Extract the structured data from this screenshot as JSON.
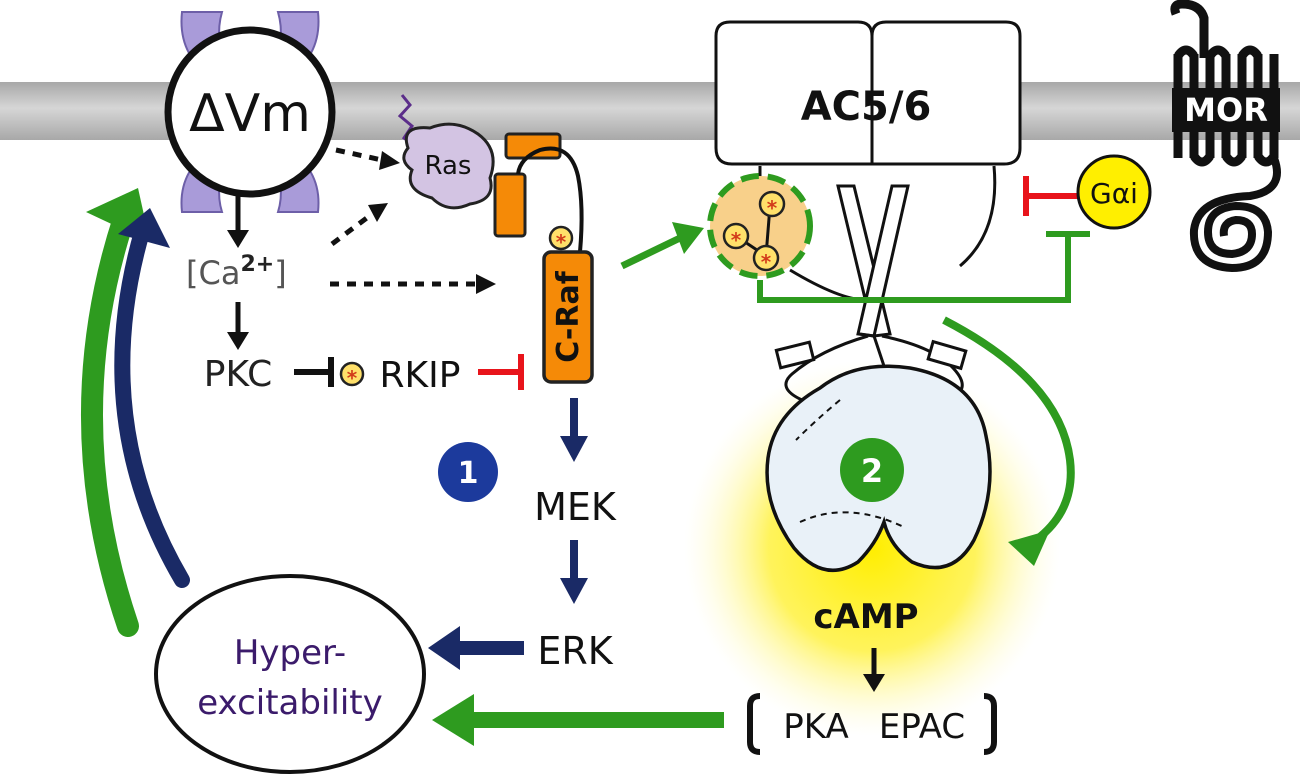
{
  "labels": {
    "delta_vm": "ΔVm",
    "ras": "Ras",
    "calcium": "[Ca",
    "calcium_sup": "2+",
    "calcium_close": "]",
    "pkc": "PKC",
    "rkip": "RKIP",
    "craf": "C-Raf",
    "mek": "MEK",
    "erk": "ERK",
    "ac56": "AC5/6",
    "mor": "MOR",
    "gai": "Gαi",
    "camp": "cAMP",
    "pka": "PKA",
    "epac": "EPAC",
    "hyper_line1": "Hyper-",
    "hyper_line2": "excitability",
    "pathway1": "1",
    "pathway2": "2"
  },
  "colors": {
    "membrane": "#bdbdbd",
    "channel": "#a99bd9",
    "ras_fill": "#d3c4e3",
    "raf_orange": "#f58a07",
    "green": "#2e9b1f",
    "navy": "#1a2a66",
    "badge1": "#1c3a9c",
    "badge2": "#2e9b1f",
    "inhibit_red": "#e8141b",
    "gai_yellow": "#ffef00",
    "hyper_text": "#3b1b6b",
    "phospho_fill": "#ffe06a"
  }
}
